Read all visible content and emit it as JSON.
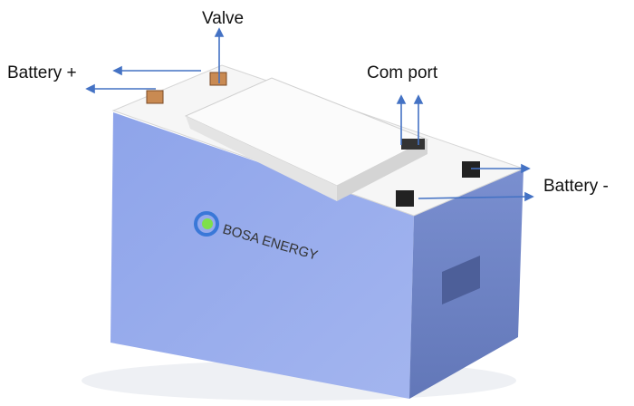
{
  "labels": {
    "valve": "Valve",
    "battery_plus": "Battery +",
    "com_port": "Com port",
    "battery_minus": "Battery -"
  },
  "logo": {
    "text": "BOSA ENERGY"
  },
  "colors": {
    "arrow": "#4472c4",
    "front_face": "#92a8ec",
    "side_face": "#6f85c8",
    "lid": "#f4f4f4",
    "logo_green": "#7ee04c"
  }
}
